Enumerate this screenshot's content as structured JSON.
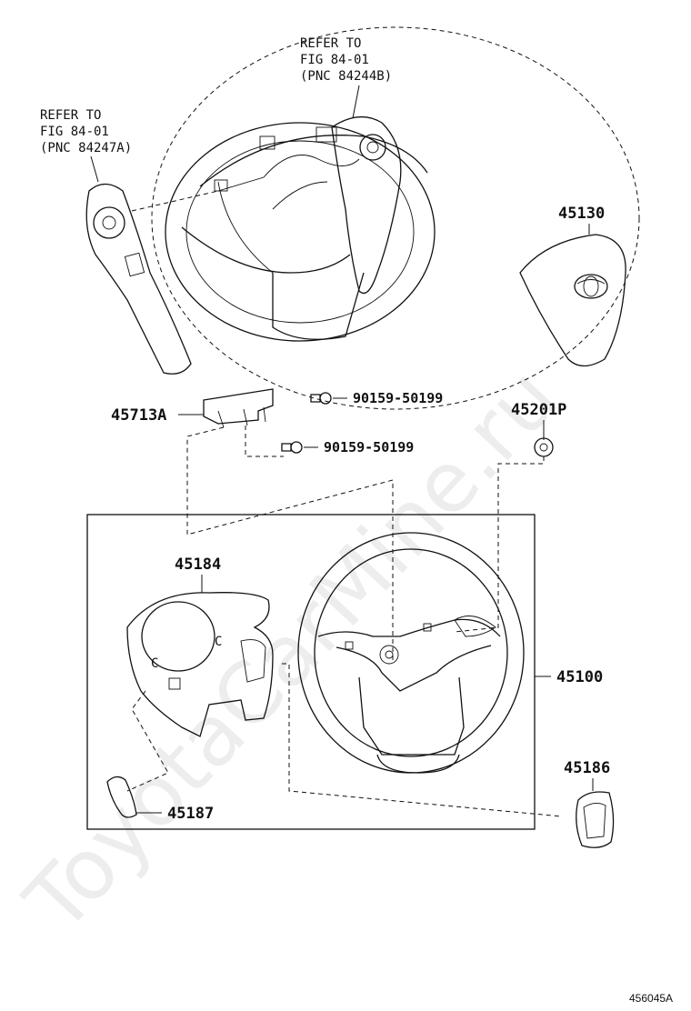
{
  "watermark": "ToyotaCarMine.ru",
  "references": [
    {
      "line1": "REFER TO",
      "line2": "FIG 84-01",
      "line3": "(PNC 84244B)"
    },
    {
      "line1": "REFER TO",
      "line2": "FIG 84-01",
      "line3": "(PNC 84247A)"
    }
  ],
  "parts": {
    "p45130": "45130",
    "p45713A": "45713A",
    "p90159a": "90159-50199",
    "p90159b": "90159-50199",
    "p45201P": "45201P",
    "p45184": "45184",
    "p45100": "45100",
    "p45186": "45186",
    "p45187": "45187"
  },
  "figure_code": "456045A"
}
